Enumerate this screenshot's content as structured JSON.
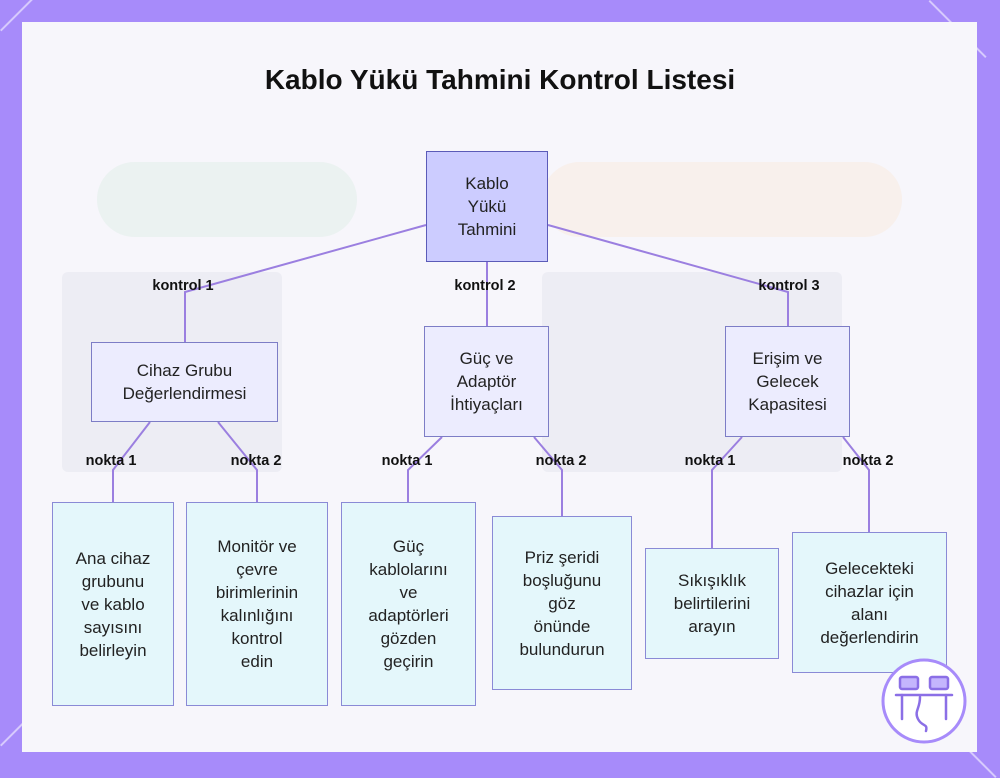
{
  "title": "Kablo Yükü Tahmini Kontrol Listesi",
  "nodes": {
    "root": "Kablo\nYükü\nTahmini",
    "a": "Cihaz Grubu\nDeğerlendirmesi",
    "b": "Güç ve\nAdaptör\nİhtiyaçları",
    "c": "Erişim ve\nGelecek\nKapasitesi",
    "a1": "Ana cihaz\ngrubunu\nve kablo\nsayısını\nbelirleyin",
    "a2": "Monitör ve\nçevre\nbirimlerinin\nkalınlığını\nkontrol\nedin",
    "b1": "Güç\nkablolarını\nve\nadaptörleri\ngözden\ngeçirin",
    "b2": "Priz şeridi\nboşluğunu\ngöz\nönünde\nbulundurun",
    "c1": "Sıkışıklık\nbelirtilerini\narayın",
    "c2": "Gelecekteki\ncihazlar için\nalanı\ndeğerlendirin"
  },
  "edge_labels": {
    "k1": "kontrol 1",
    "k2": "kontrol 2",
    "k3": "kontrol 3",
    "a1": "nokta 1",
    "a2": "nokta 2",
    "b1": "nokta 1",
    "b2": "nokta 2",
    "c1": "nokta 1",
    "c2": "nokta 2"
  },
  "colors": {
    "frame": "#a78bfa",
    "edge": "#9b7fe0",
    "root_fill": "#ccccff",
    "mid_fill": "#ececfe",
    "leaf_fill": "#e4f7fb"
  }
}
